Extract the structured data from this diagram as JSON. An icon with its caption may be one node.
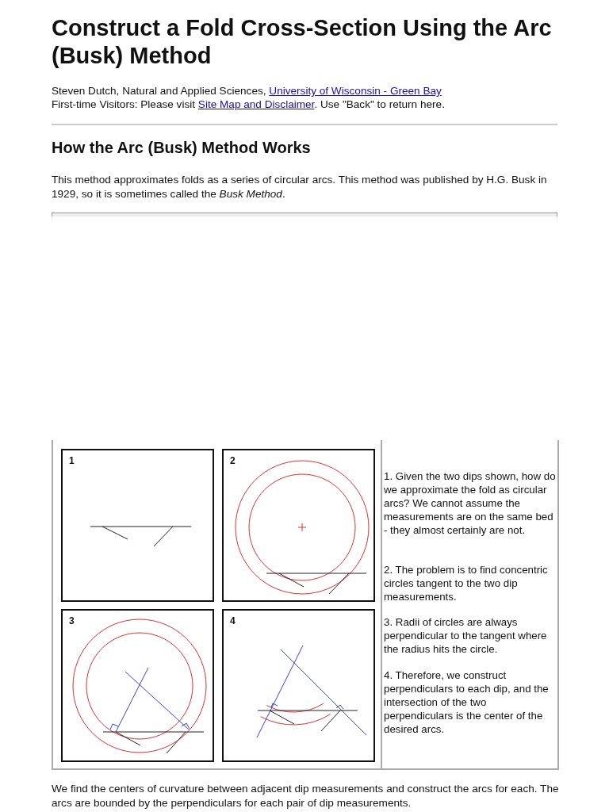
{
  "diagram": {
    "title": "Construct a Fold Cross-Section Using the Arc (Busk) Method",
    "nodes": [
      {
        "text": [
          "1"
        ]
      },
      {
        "text": [
          "2"
        ]
      },
      {
        "text": [
          "3"
        ]
      },
      {
        "text": [
          "4"
        ]
      }
    ],
    "labels": [
      "Steven Dutch, Natural and Applied Sciences,",
      "University of Wisconsin - Green Bay",
      "First-time Visitors: Please visit",
      "Site Map and Disclaimer",
      ". Use \"Back\" to return here.",
      "How the Arc (Busk) Method Works",
      "This method approximates folds as a series of circular arcs. This method was published by H.G. Busk in 1929, so it is sometimes called the *Busk Method*.",
      "1. Given the two dips shown, how do we approximate the fold as circular arcs? We cannot assume the measurements are on the same bed - they almost certainly are not.",
      "2. The problem is to find concentric circles tangent to the two dip measurements.",
      "3. Radii of circles are always perpendicular to the tangent where the radius hits the circle.",
      "4. Therefore, we construct perpendiculars to each dip, and the intersection of the two perpendiculars is the center of the desired arcs.",
      "We find the centers of curvature between adjacent dip measurements and construct the arcs for each. The arcs are bounded by the perpendiculars for each pair of dip measurements."
    ]
  }
}
